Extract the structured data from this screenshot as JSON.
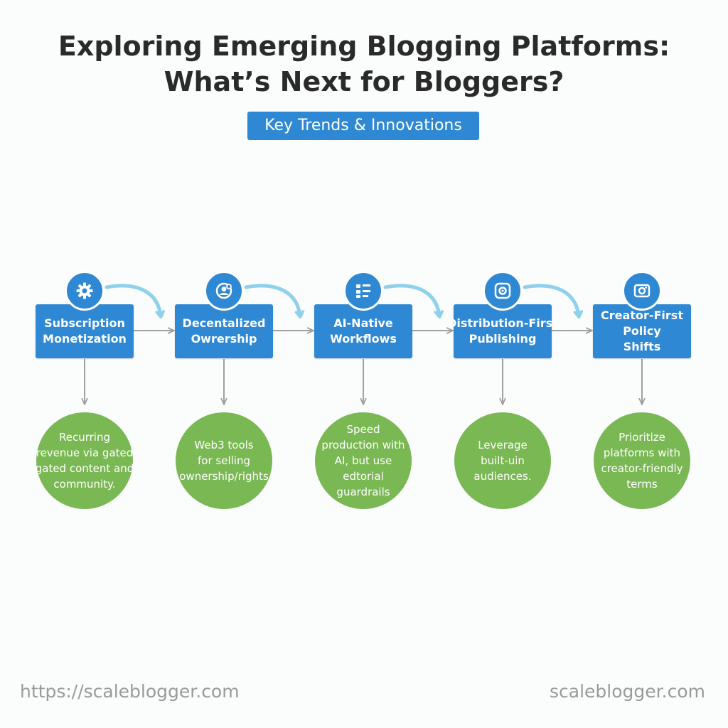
{
  "title": {
    "line1": "Exploring Emerging Blogging Platforms:",
    "line2": "What’s Next for Bloggers?"
  },
  "badge": "Key Trends & Innovations",
  "colors": {
    "box": "#2f88d3",
    "circle": "#7ab854",
    "flow_arrow": "#8fd0ec",
    "connector": "#a0a0a0"
  },
  "steps": [
    {
      "icon": "gear-icon",
      "label": [
        "Subscription",
        "Monetization"
      ],
      "desc": [
        "Recurring",
        "revenue via gated",
        "gated content and",
        "community."
      ]
    },
    {
      "icon": "ownership-icon",
      "label": [
        "Decentalized",
        "Owrership"
      ],
      "desc": [
        "Web3 tools",
        "for selling",
        "ownership/rights"
      ]
    },
    {
      "icon": "workflow-list-icon",
      "label": [
        "AI-Native",
        "Workflows"
      ],
      "desc": [
        "Speed",
        "production with",
        "AI, but use",
        "edtorial",
        "guardrails"
      ]
    },
    {
      "icon": "camera-target-icon",
      "label": [
        "Distribution-First",
        "Publishing"
      ],
      "desc": [
        "Leverage",
        "built-uin",
        "audiences."
      ]
    },
    {
      "icon": "camera-icon",
      "label": [
        "Creator-First",
        "Policy",
        "Shifts"
      ],
      "desc": [
        "Prioritize",
        "platforms with",
        "creator-friendly",
        "terms"
      ]
    }
  ],
  "footer": {
    "left": "https://scaleblogger.com",
    "right": "scaleblogger.com"
  }
}
